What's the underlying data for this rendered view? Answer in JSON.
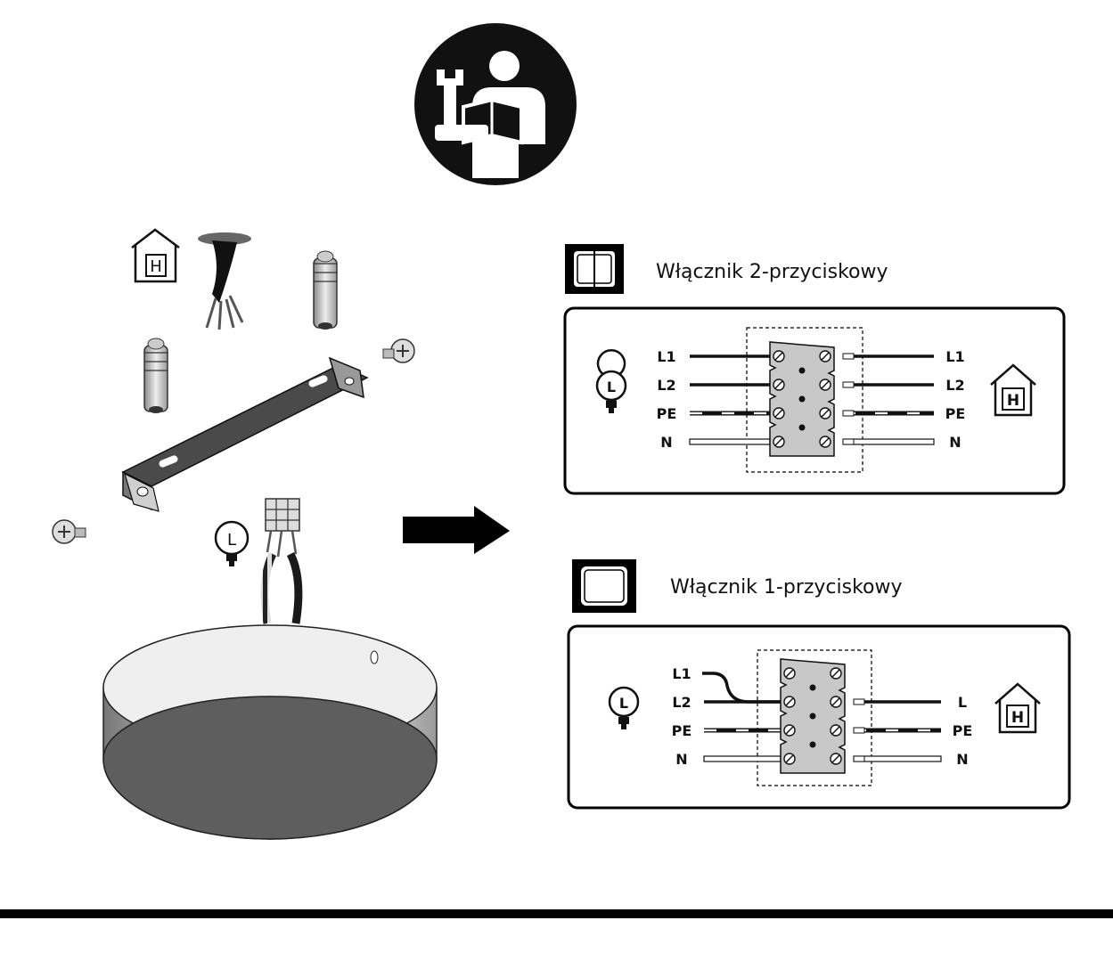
{
  "icons": {
    "manual": "read-manual-icon",
    "house": "house-icon",
    "bulb": "bulb-icon",
    "arrow": "arrow-right-icon"
  },
  "markers": {
    "house_letter": "H",
    "lamp_letter": "L"
  },
  "switch_2": {
    "title": "Włącznik 2-przyciskowy",
    "left_labels": [
      "L1",
      "L2",
      "PE",
      "N"
    ],
    "right_labels": [
      "L1",
      "L2",
      "PE",
      "N"
    ]
  },
  "switch_1": {
    "title": "Włącznik 1-przyciskowy",
    "left_labels": [
      "L1",
      "L2",
      "PE",
      "N"
    ],
    "right_labels": [
      "L",
      "PE",
      "N"
    ]
  }
}
